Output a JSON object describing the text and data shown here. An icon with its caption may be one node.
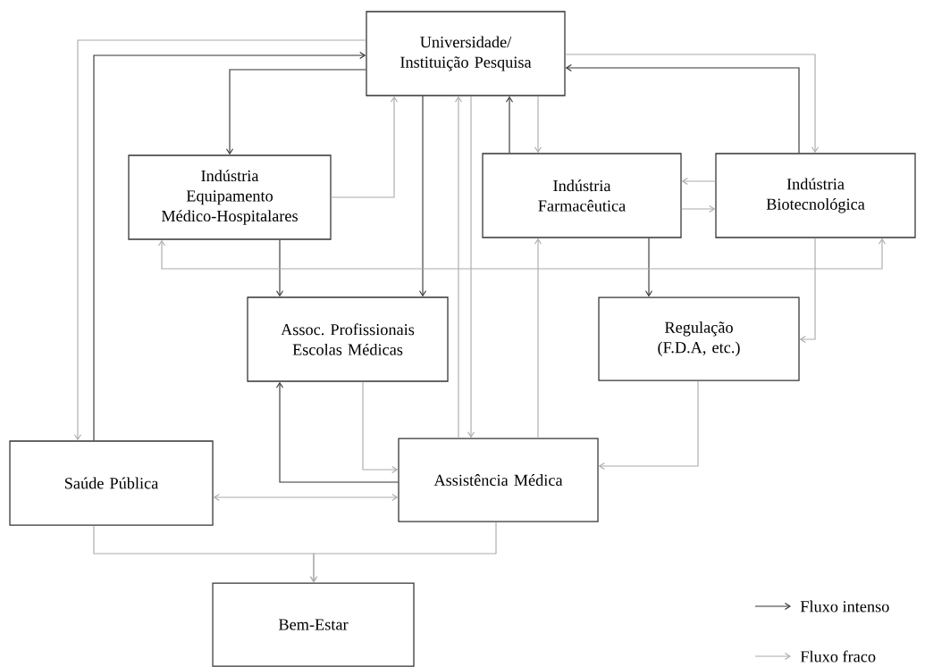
{
  "diagram": {
    "nodes": [
      {
        "text": [
          "Universidade/ Instituição Pesquisa"
        ]
      },
      {
        "text": [
          "Indústria Equipamento Médico-Hospitalares"
        ]
      },
      {
        "text": [
          "Indústria Farmacêutica"
        ]
      },
      {
        "text": [
          "Indústria Biotecnológica"
        ]
      },
      {
        "text": [
          "Assoc. Profissionais Escolas Médicas"
        ]
      },
      {
        "text": [
          "Regulação (F.D.A, etc.)"
        ]
      },
      {
        "text": [
          "Saúde Pública"
        ]
      },
      {
        "text": [
          "Assistência Médica"
        ]
      },
      {
        "text": [
          "Bem-Estar"
        ]
      }
    ],
    "edges": [
      {
        "from": 0,
        "to": 6,
        "arrow": "to"
      },
      {
        "from": 6,
        "to": 0,
        "arrow": "to",
        "color": "#333333"
      },
      {
        "from": 0,
        "to": 1,
        "arrow": "to",
        "color": "#333333"
      },
      {
        "from": 1,
        "to": 0,
        "arrow": "to"
      },
      {
        "from": 0,
        "to": 4,
        "arrow": "to",
        "color": "#333333"
      },
      {
        "from": 0,
        "to": 7,
        "arrow": "to"
      },
      {
        "from": 7,
        "to": 0,
        "arrow": "to"
      },
      {
        "from": 2,
        "to": 0,
        "arrow": "to",
        "color": "#333333"
      },
      {
        "from": 0,
        "to": 2,
        "arrow": "to"
      },
      {
        "from": 7,
        "to": 2,
        "arrow": "to"
      },
      {
        "from": 0,
        "to": 3,
        "arrow": "to"
      },
      {
        "from": 3,
        "to": 0,
        "arrow": "to",
        "color": "#333333"
      },
      {
        "from": 3,
        "to": 2,
        "arrow": "to"
      },
      {
        "from": 2,
        "to": 3,
        "arrow": "to"
      },
      {
        "from": 2,
        "to": 5,
        "arrow": "to",
        "color": "#333333"
      },
      {
        "from": 3,
        "to": 5,
        "arrow": "to"
      },
      {
        "from": 1,
        "to": 4,
        "arrow": "to",
        "color": "#333333"
      },
      {
        "from": 1,
        "to": 3,
        "arrow": "both"
      },
      {
        "from": 4,
        "to": 7,
        "arrow": "to"
      },
      {
        "from": 7,
        "to": 4,
        "arrow": "to",
        "color": "#333333"
      },
      {
        "from": 6,
        "to": 7,
        "arrow": "both"
      },
      {
        "from": 5,
        "to": 7,
        "arrow": "to"
      },
      {
        "from": 6,
        "to": 8,
        "arrow": "to"
      },
      {
        "from": 7,
        "to": 8,
        "arrow": "to"
      }
    ],
    "legend": [
      {
        "text": "Fluxo intenso"
      },
      {
        "text": "Fluxo fraco"
      }
    ]
  }
}
